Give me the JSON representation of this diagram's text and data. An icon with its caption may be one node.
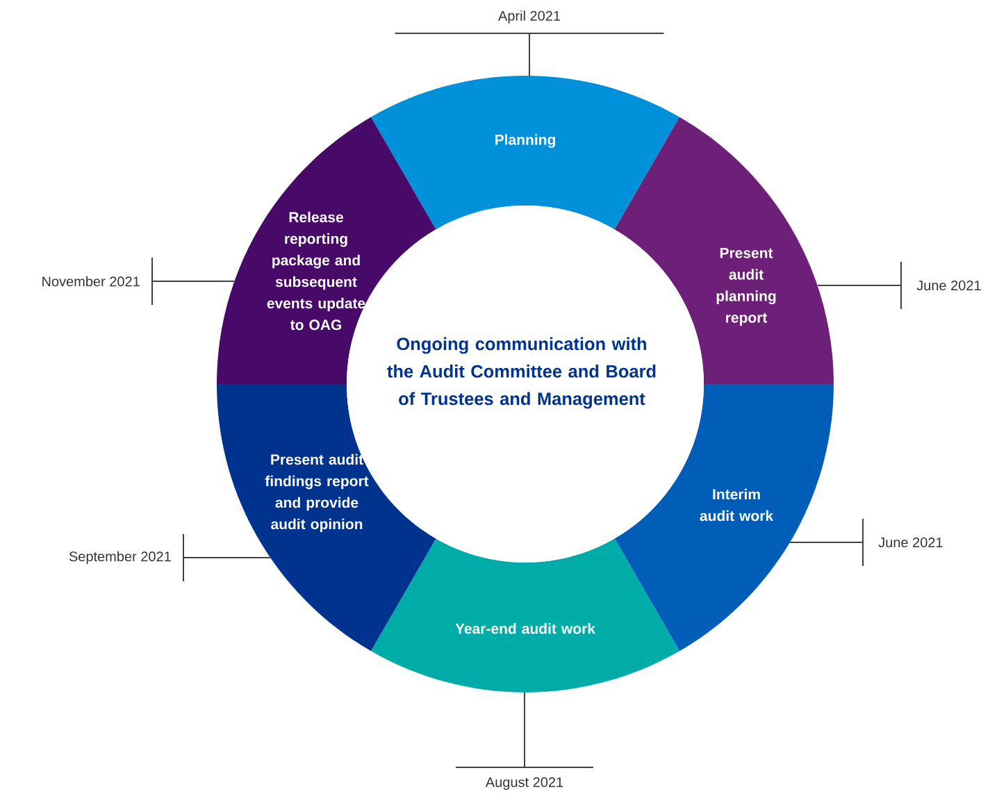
{
  "diagram": {
    "nodes": [
      {
        "text": [
          "Planning"
        ]
      },
      {
        "text": [
          "Present audit planning report"
        ]
      },
      {
        "text": [
          "Interim audit work"
        ]
      },
      {
        "text": [
          "Year-end audit work"
        ]
      },
      {
        "text": [
          "Present audit findings report and provide audit opinion"
        ]
      },
      {
        "text": [
          "Release reporting package and subsequent events update to OAG"
        ]
      },
      {
        "text": [
          "Ongoing communication with the Audit Committee and Board of Trustees and Management"
        ]
      },
      {
        "text": [
          "April 2021"
        ]
      },
      {
        "text": [
          "June 2021"
        ]
      },
      {
        "text": [
          "June 2021"
        ]
      },
      {
        "text": [
          "August 2021"
        ]
      },
      {
        "text": [
          "September 2021"
        ]
      },
      {
        "text": [
          "November 2021"
        ]
      }
    ],
    "edges": [
      {
        "from": 0,
        "to": 7,
        "arrow": "none"
      },
      {
        "from": 1,
        "to": 8,
        "arrow": "none"
      },
      {
        "from": 2,
        "to": 9,
        "arrow": "none"
      },
      {
        "from": 3,
        "to": 10,
        "arrow": "none"
      },
      {
        "from": 4,
        "to": 11,
        "arrow": "none"
      },
      {
        "from": 5,
        "to": 12,
        "arrow": "none"
      }
    ]
  }
}
